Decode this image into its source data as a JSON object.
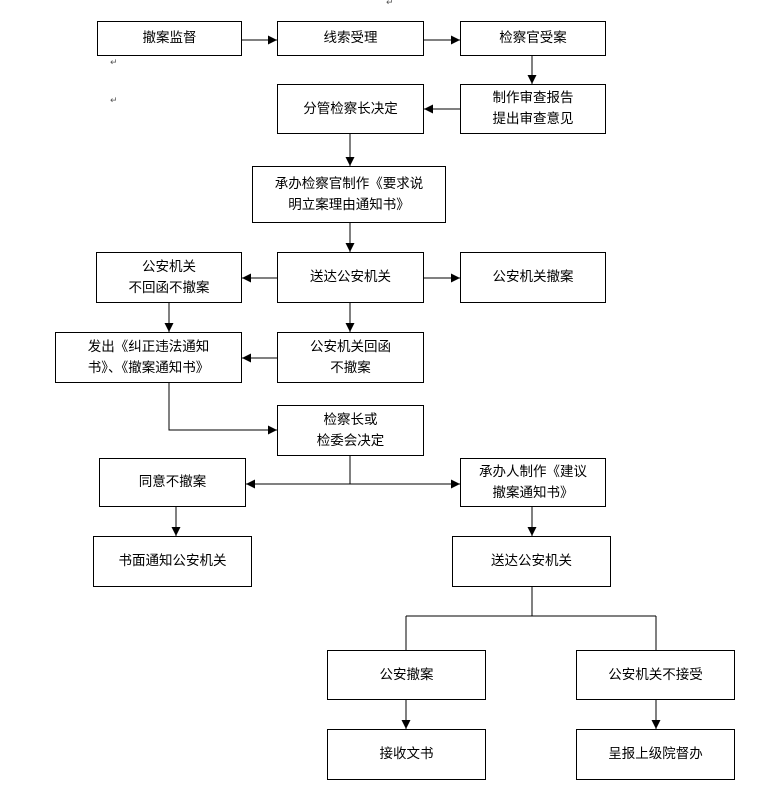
{
  "diagram": {
    "nodes": {
      "n1": "撤案监督",
      "n2": "线索受理",
      "n3": "检察官受案",
      "n4": "制作审查报告\n提出审查意见",
      "n5": "分管检察长决定",
      "n6": "承办检察官制作《要求说\n明立案理由通知书》",
      "n7": "送达公安机关",
      "n8": "公安机关\n不回函不撤案",
      "n9": "公安机关撤案",
      "n10": "公安机关回函\n不撤案",
      "n11": "发出《纠正违法通知\n书》、《撤案通知书》",
      "n12": "检察长或\n检委会决定",
      "n13": "同意不撤案",
      "n14": "承办人制作《建议\n撤案通知书》",
      "n15": "书面通知公安机关",
      "n16": "送达公安机关",
      "n17": "公安撤案",
      "n18": "公安机关不接受",
      "n19": "接收文书",
      "n20": "呈报上级院督办"
    },
    "paragraph_mark": "↵"
  }
}
